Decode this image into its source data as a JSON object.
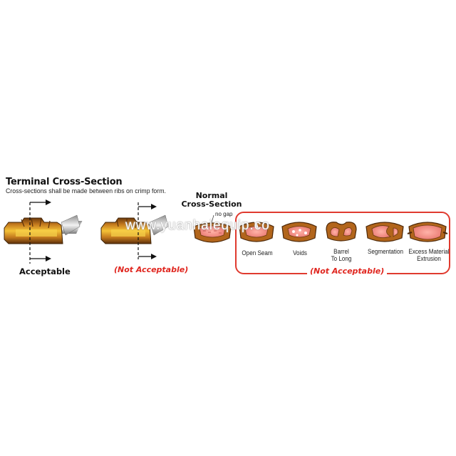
{
  "heading": {
    "title": "Terminal Cross-Section",
    "subtitle": "Cross-sections shall be made between ribs on crimp form."
  },
  "left_panels": {
    "acceptable_label": "Acceptable",
    "not_acceptable_label": "(Not Acceptable)"
  },
  "normal": {
    "title_line1": "Normal",
    "title_line2": "Cross-Section",
    "no_gap": "no gap"
  },
  "defects": {
    "group_label": "(Not Acceptable)",
    "items": [
      {
        "line1": "Open Seam",
        "line2": ""
      },
      {
        "line1": "Voids",
        "line2": ""
      },
      {
        "line1": "Barrel",
        "line2": "To Long"
      },
      {
        "line1": "Segmentation",
        "line2": ""
      },
      {
        "line1": "Excess Material",
        "line2": "Extrusion"
      }
    ]
  },
  "watermark": "www.yuanhaiequip.co",
  "colors": {
    "copper_dark": "#8a4a12",
    "copper": "#c9791f",
    "gold": "#f2c12e",
    "pink": "#f08a86",
    "accent_red": "#e0261f"
  }
}
